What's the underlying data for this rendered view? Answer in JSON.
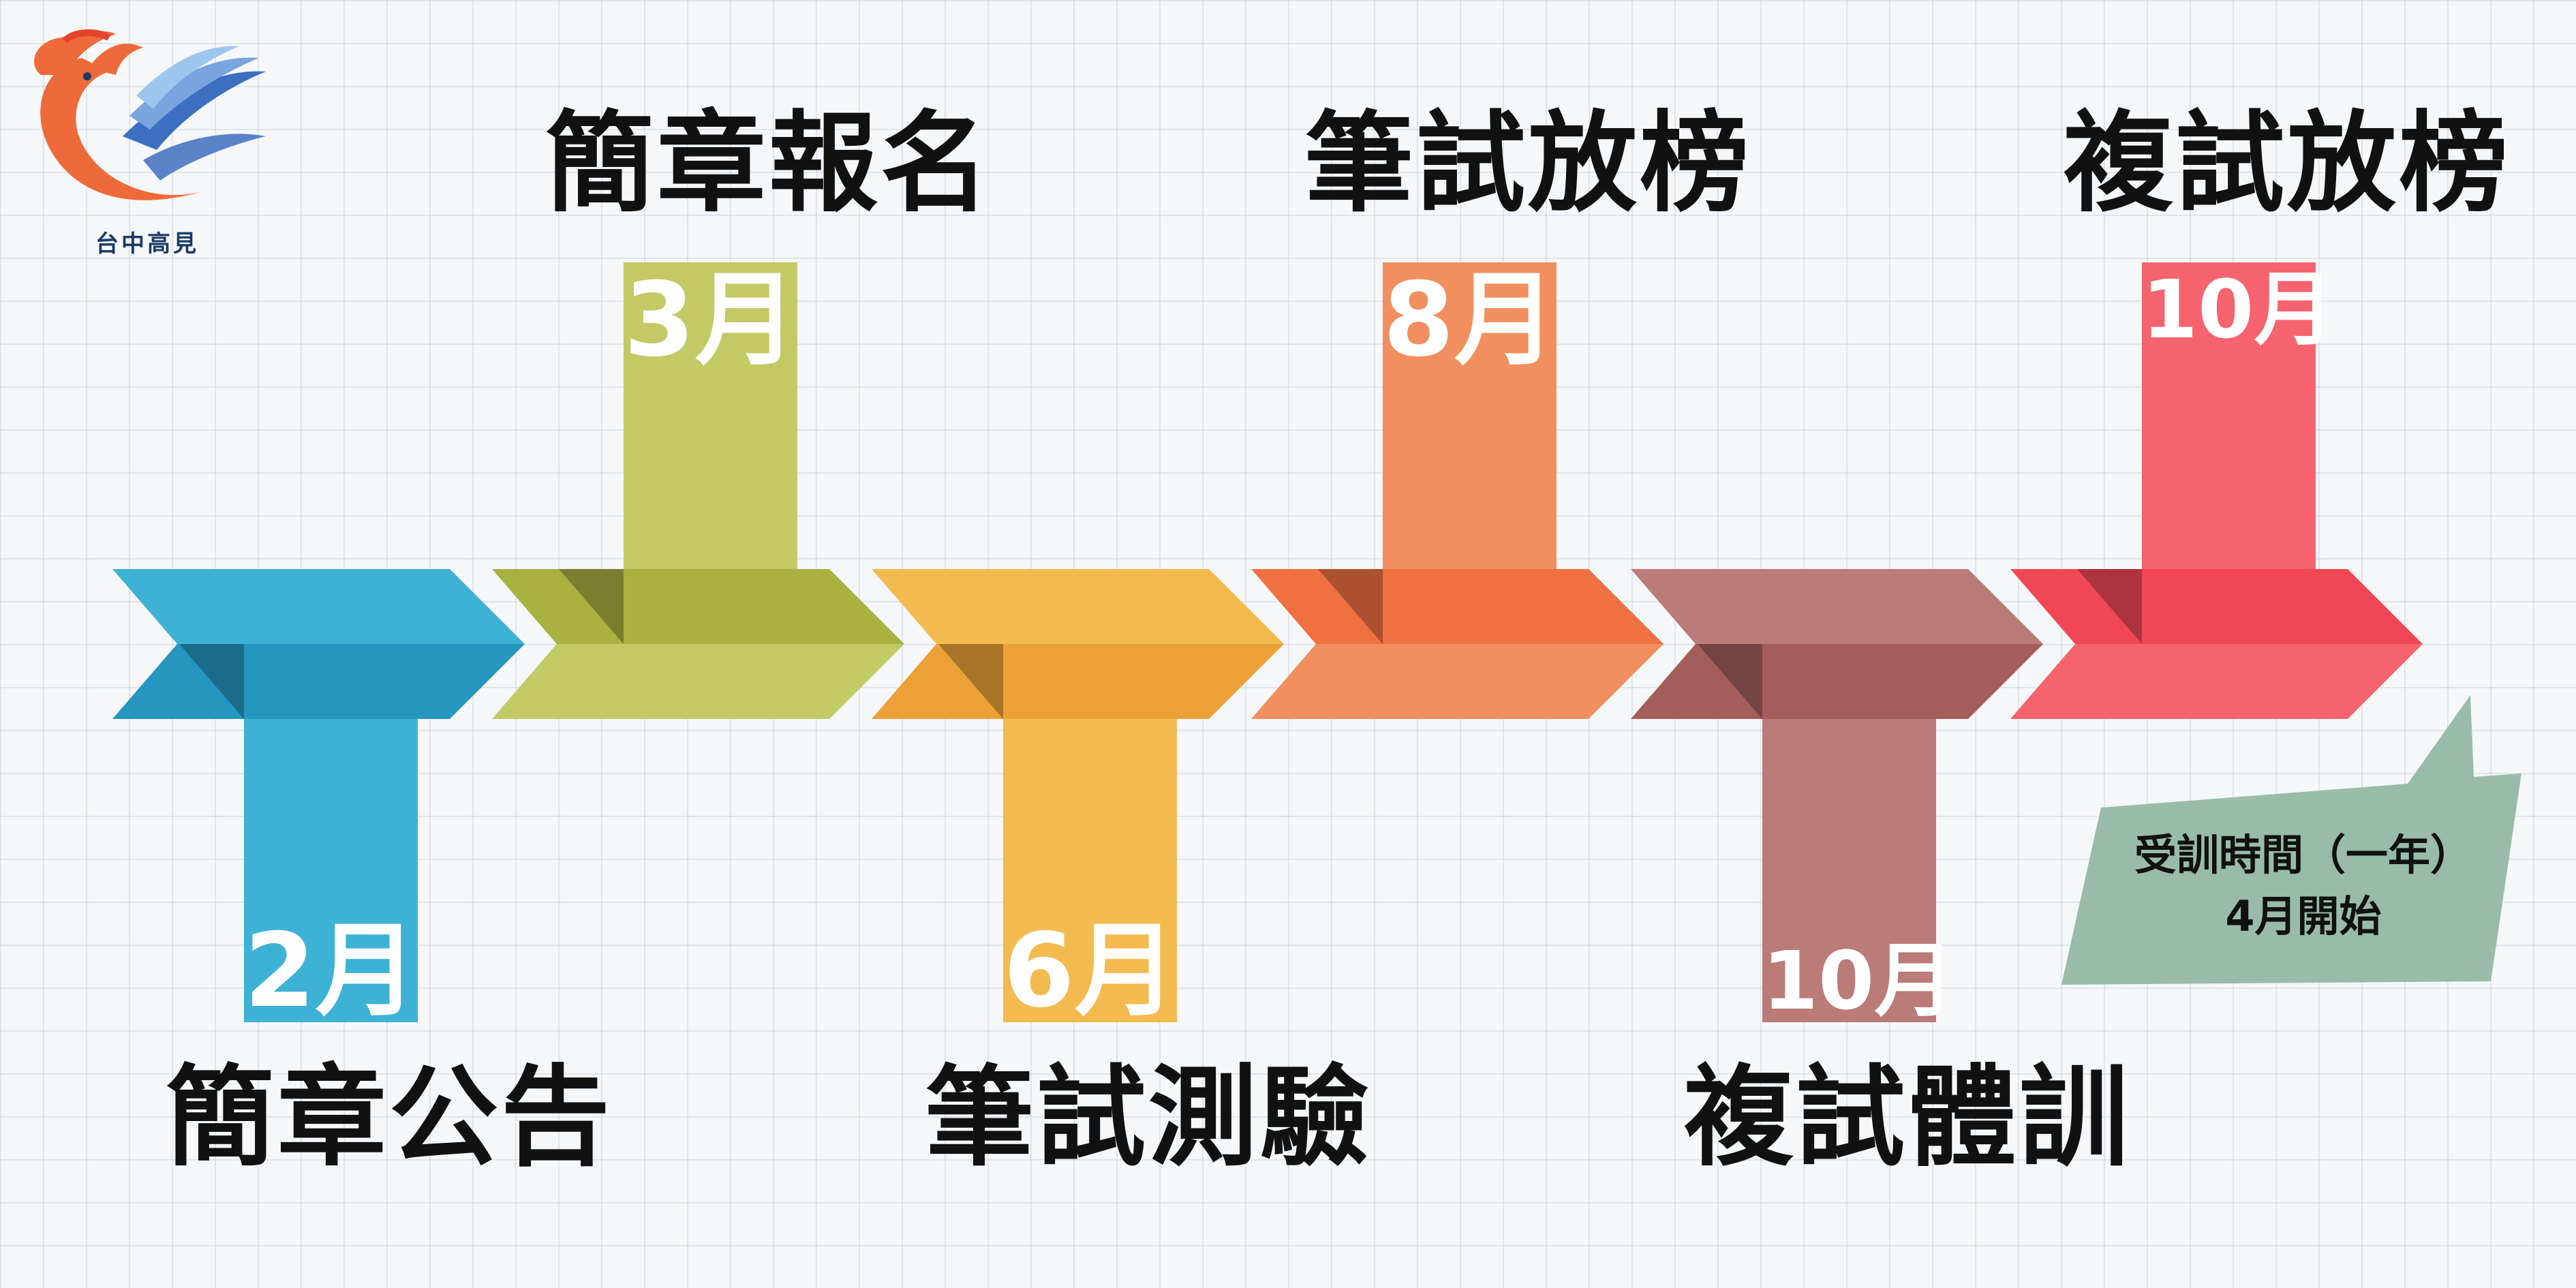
{
  "logo": {
    "name": "台中高見"
  },
  "stages": [
    {
      "title": "簡章公告",
      "month": "2月",
      "position": "bottom",
      "color_light": "#3eb2d5",
      "color_dark": "#2596bf"
    },
    {
      "title": "簡章報名",
      "month": "3月",
      "position": "top",
      "color_light": "#c2c965",
      "color_dark": "#a9b141"
    },
    {
      "title": "筆試測驗",
      "month": "6月",
      "position": "bottom",
      "color_light": "#f3bb4f",
      "color_dark": "#eba137"
    },
    {
      "title": "筆試放榜",
      "month": "8月",
      "position": "top",
      "color_light": "#f28f5f",
      "color_dark": "#ef7142"
    },
    {
      "title": "複試體訓",
      "month": "10月",
      "position": "bottom",
      "color_light": "#ba7b79",
      "color_dark": "#a35d5b"
    },
    {
      "title": "複試放榜",
      "month": "10月",
      "position": "top",
      "color_light": "#f5636e",
      "color_dark": "#f04756"
    }
  ],
  "callout": {
    "line1": "受訓時間（一年）",
    "line2": "4月開始",
    "color": "#99bcaa"
  }
}
